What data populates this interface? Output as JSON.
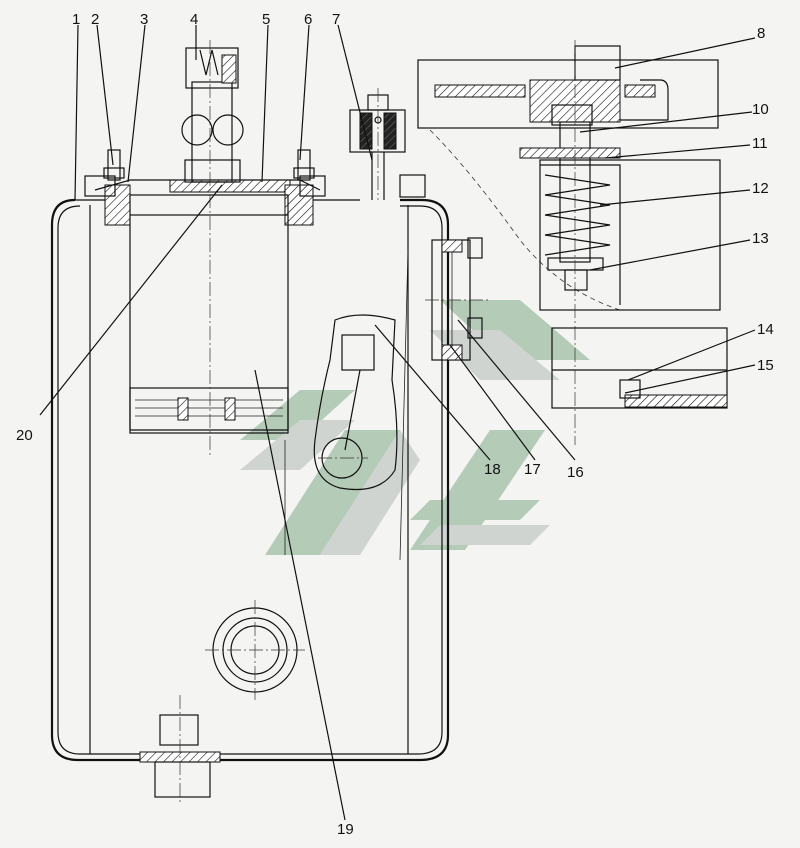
{
  "callouts": [
    {
      "id": "1",
      "label": "1"
    },
    {
      "id": "2",
      "label": "2"
    },
    {
      "id": "3",
      "label": "3"
    },
    {
      "id": "4",
      "label": "4"
    },
    {
      "id": "5",
      "label": "5"
    },
    {
      "id": "6",
      "label": "6"
    },
    {
      "id": "7",
      "label": "7"
    },
    {
      "id": "8",
      "label": "8"
    },
    {
      "id": "10",
      "label": "10"
    },
    {
      "id": "11",
      "label": "11"
    },
    {
      "id": "12",
      "label": "12"
    },
    {
      "id": "13",
      "label": "13"
    },
    {
      "id": "14",
      "label": "14"
    },
    {
      "id": "15",
      "label": "15"
    },
    {
      "id": "16",
      "label": "16"
    },
    {
      "id": "17",
      "label": "17"
    },
    {
      "id": "18",
      "label": "18"
    },
    {
      "id": "19",
      "label": "19"
    },
    {
      "id": "20",
      "label": "20"
    }
  ],
  "colors": {
    "ink": "#111111",
    "paper": "#f4f4f2",
    "watermark_green": "#a9c4ad",
    "watermark_gray": "#c9cfcc"
  },
  "icons": {
    "watermark": "stylized-chevron-logo-watermark"
  }
}
